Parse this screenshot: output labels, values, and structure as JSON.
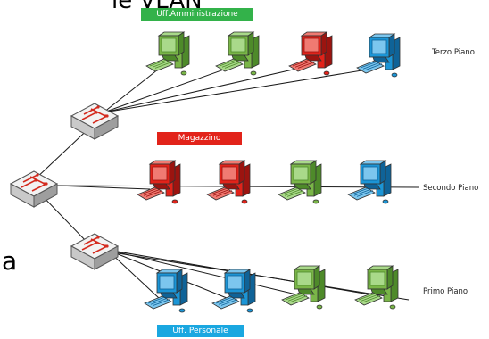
{
  "title_fragment": "le VLAN",
  "side_fragment": "a",
  "vlan_labels": {
    "admin": "Uff.Amministrazione",
    "magazzino": "Magazzino",
    "personale": "Uff. Personale"
  },
  "floors": {
    "third": "Terzo Piano",
    "second": "Secondo Piano",
    "first": "Primo Piano"
  },
  "colors": {
    "green": "#7ab648",
    "red": "#e2231a",
    "blue": "#1c95d6",
    "label_green": "#33b24a",
    "label_red": "#e2231a",
    "label_blue": "#1aa7e0"
  },
  "devices": {
    "switches": [
      "core-switch",
      "switch-third-floor",
      "switch-first-floor"
    ],
    "computers": {
      "third": [
        "green",
        "green",
        "red",
        "blue"
      ],
      "second": [
        "red",
        "red",
        "green",
        "blue"
      ],
      "first": [
        "blue",
        "blue",
        "green",
        "green"
      ]
    }
  }
}
